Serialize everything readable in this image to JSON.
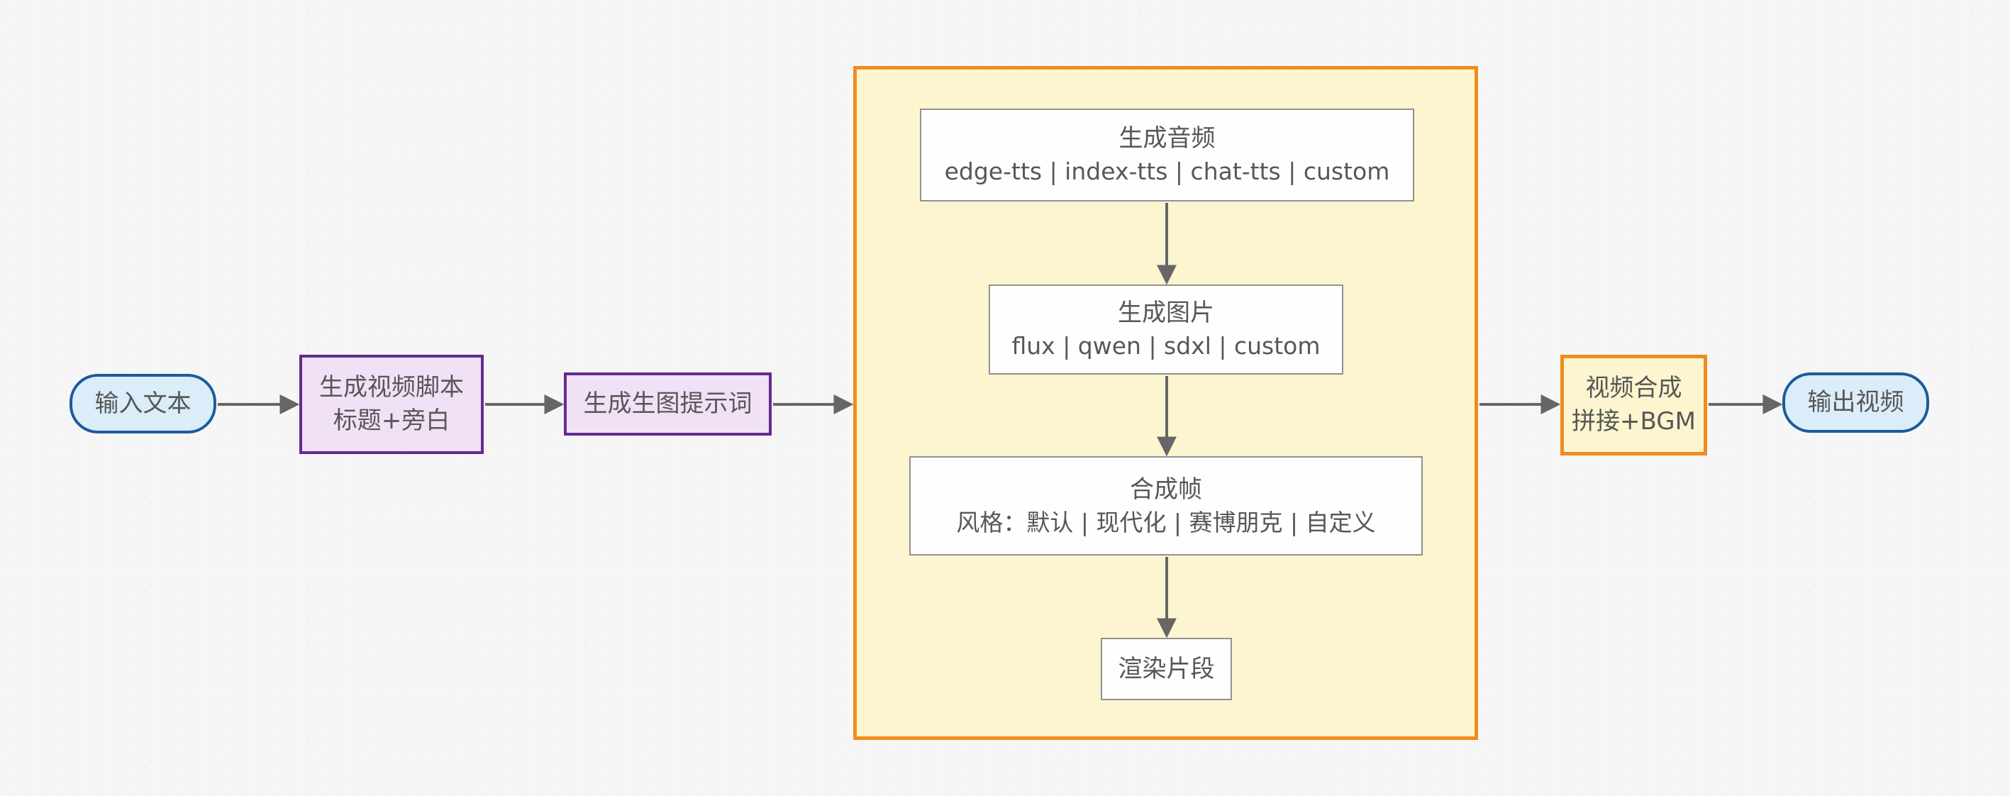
{
  "diagram": {
    "type": "flowchart",
    "nodes": {
      "input": {
        "label": "输入文本"
      },
      "script": {
        "title": "生成视频脚本",
        "subtitle": "标题+旁白"
      },
      "prompt": {
        "label": "生成生图提示词"
      },
      "audio": {
        "title": "生成音频",
        "subtitle": "edge-tts | index-tts | chat-tts | custom"
      },
      "image": {
        "title": "生成图片",
        "subtitle": "flux | qwen | sdxl | custom"
      },
      "frames": {
        "title": "合成帧",
        "subtitle": "风格：默认 | 现代化 | 赛博朋克 | 自定义"
      },
      "render": {
        "label": "渲染片段"
      },
      "compose": {
        "title": "视频合成",
        "subtitle": "拼接+BGM"
      },
      "output": {
        "label": "输出视频"
      }
    },
    "edges": [
      {
        "from": "input",
        "to": "script"
      },
      {
        "from": "script",
        "to": "prompt"
      },
      {
        "from": "prompt",
        "to": "clip-group"
      },
      {
        "from": "audio",
        "to": "image"
      },
      {
        "from": "image",
        "to": "frames"
      },
      {
        "from": "frames",
        "to": "render"
      },
      {
        "from": "clip-group",
        "to": "compose"
      },
      {
        "from": "compose",
        "to": "output"
      }
    ],
    "colors": {
      "background": "#f6f6f6",
      "terminal_fill": "#daedf9",
      "terminal_border": "#1a5c9b",
      "process_fill": "#f0e1f6",
      "process_border": "#642b8f",
      "group_fill": "#fdf5cf",
      "group_border": "#f08c1e",
      "step_fill": "#fefefe",
      "step_border": "#919191",
      "arrow": "#666666",
      "text": "#575757"
    }
  }
}
